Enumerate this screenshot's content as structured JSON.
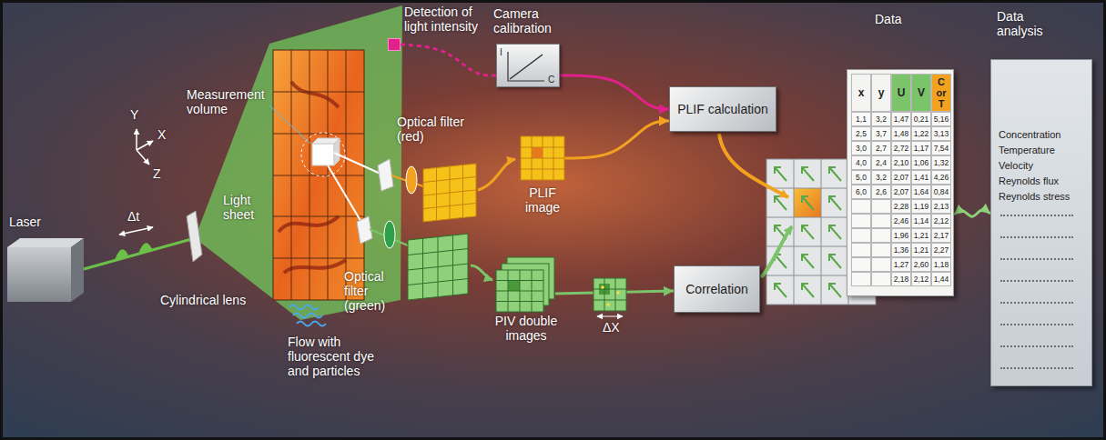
{
  "diagram": {
    "nodes": [
      {
        "text": [
          "Detection of light intensity"
        ]
      },
      {
        "text": [
          "Camera calibration"
        ]
      },
      {
        "text": [
          "PLIF image"
        ]
      },
      {
        "text": [
          "PIV double images"
        ]
      },
      {
        "text": [
          "PLIF calculation"
        ]
      },
      {
        "text": [
          "Correlation"
        ]
      },
      {
        "text": [
          "Data"
        ]
      },
      {
        "text": [
          "Data analysis",
          "Concentration",
          "Temperature",
          "Velocity",
          "Reynolds flux",
          "Reynolds stress"
        ]
      }
    ],
    "edges": [
      {
        "from": 0,
        "to": 1,
        "arrow": "none"
      },
      {
        "from": 1,
        "to": 4,
        "arrow": "to"
      },
      {
        "from": 2,
        "to": 4,
        "arrow": "to"
      },
      {
        "from": 3,
        "to": 5,
        "arrow": "to"
      },
      {
        "from": 6,
        "to": 7,
        "arrow": "both"
      }
    ],
    "labels": [
      "Y",
      "X",
      "Z",
      "Laser",
      "Δt",
      "Cylindrical lens",
      "Light sheet",
      "Measurement volume",
      "Flow with fluorescent dye and particles",
      "Optical filter (red)",
      "Optical filter (green)",
      "I",
      "C",
      "ΔX",
      "x",
      "y",
      "U",
      "V",
      "C or T",
      "1,1",
      "3,2",
      "1,47",
      "0,21",
      "5,16",
      "2,5",
      "3,7",
      "1,48",
      "1,22",
      "3,13",
      "3,0",
      "2,7",
      "2,72",
      "1,17",
      "7,54",
      "4,0",
      "2,4",
      "2,10",
      "1,06",
      "1,32",
      "5,0",
      "3,2",
      "2,07",
      "1,41",
      "4,26",
      "6,0",
      "2,6",
      "2,07",
      "1,64",
      "0,84",
      "2,28",
      "1,19",
      "2,13",
      "2,46",
      "1,14",
      "2,12",
      "1,96",
      "1,21",
      "2,17",
      "1,36",
      "1,21",
      "2,27",
      "1,27",
      "2,60",
      "1,18",
      "2,18",
      "2,12",
      "1,44"
    ]
  }
}
